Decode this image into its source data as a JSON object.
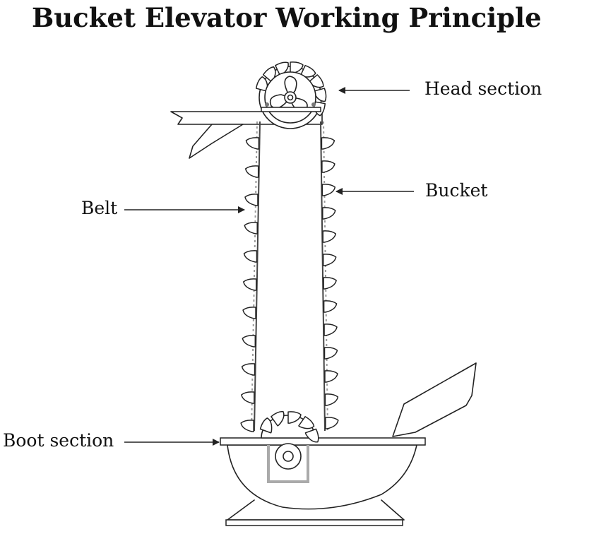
{
  "title": "Bucket Elevator Working Principle",
  "labels": {
    "head_section": "Head section",
    "bucket": "Bucket",
    "belt": "Belt",
    "boot_section": "Boot section"
  },
  "colors": {
    "ink": "#222222",
    "background": "#ffffff",
    "boot_pulley_frame": "#aaaaaa"
  }
}
